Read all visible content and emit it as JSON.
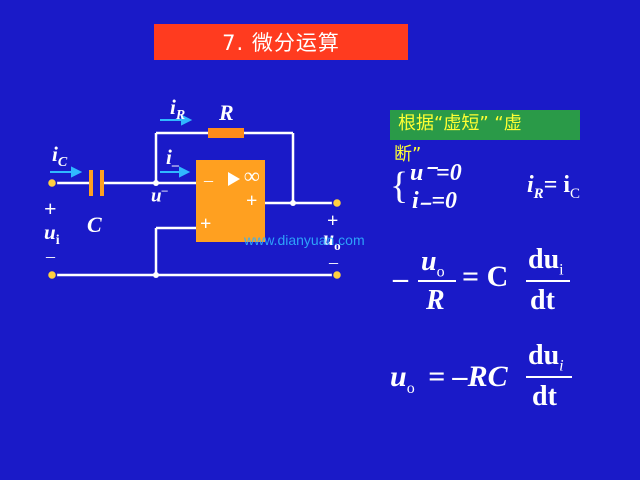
{
  "title": "7. 微分运算",
  "note": {
    "line1": "根据“虚短” “虚",
    "line2": "断”"
  },
  "watermark": "www.dianyuan.com",
  "circuit": {
    "iC": "i",
    "iC_sub": "C",
    "iR": "i",
    "iR_sub": "R",
    "R": "R",
    "i_minus": "i",
    "u_minus": "u",
    "C": "C",
    "plus_in": "+",
    "ui": "u",
    "ui_sub": "i",
    "minus_in": "–",
    "plus_out": "+",
    "uo": "u",
    "uo_sub": "o",
    "minus_out": "–",
    "opamp_minus": "–",
    "opamp_plus_out": "+",
    "opamp_plus": "+",
    "opamp_inf": "∞"
  },
  "equations": {
    "u_minus_zero": "u⁻=0",
    "i_minus_zero": "i₋=0",
    "iR_eq_iC": "= i",
    "eq1_neg": "–",
    "eq1_num": "u",
    "eq1_num_sub": "o",
    "eq1_den": "R",
    "eq1_eq": "= C",
    "eq1_dnum": "du",
    "eq1_dnum_sub": "i",
    "eq1_dden": "dt",
    "eq2_lhs": "u",
    "eq2_lhs_sub": "o",
    "eq2_eq": "= –RC",
    "eq2_dnum": "du",
    "eq2_dnum_sub": "i",
    "eq2_dden": "dt"
  },
  "colors": {
    "background": "#1a1ac8",
    "title_bg": "#ff3b1f",
    "opamp": "#ffa020",
    "note_bg": "#2a9a48",
    "arrow": "#30b8ff"
  }
}
